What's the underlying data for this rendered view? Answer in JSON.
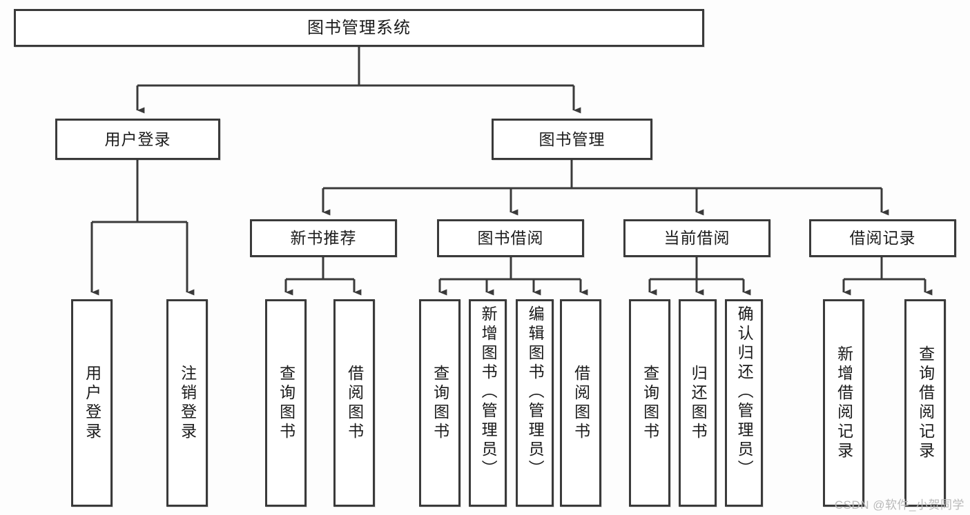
{
  "diagram": {
    "title_box": {
      "label": "图书管理系统"
    },
    "level2": [
      {
        "id": "user-login",
        "label": "用户登录"
      },
      {
        "id": "book-manage",
        "label": "图书管理"
      }
    ],
    "level3": [
      {
        "id": "new-book-recommend",
        "label": "新书推荐"
      },
      {
        "id": "book-borrow",
        "label": "图书借阅"
      },
      {
        "id": "current-borrow",
        "label": "当前借阅"
      },
      {
        "id": "borrow-record",
        "label": "借阅记录"
      }
    ],
    "leaves": [
      {
        "id": "leaf-user-login",
        "label": "用户登录",
        "top_aligned": false
      },
      {
        "id": "leaf-logout-login",
        "label": "注销登录",
        "top_aligned": false
      },
      {
        "id": "leaf-query-book-1",
        "label": "查询图书",
        "top_aligned": false
      },
      {
        "id": "leaf-borrow-book-1",
        "label": "借阅图书",
        "top_aligned": false
      },
      {
        "id": "leaf-query-book-2",
        "label": "查询图书",
        "top_aligned": false
      },
      {
        "id": "leaf-add-book",
        "label": "新增图书（管理员）",
        "top_aligned": true
      },
      {
        "id": "leaf-edit-book",
        "label": "编辑图书（管理员）",
        "top_aligned": true
      },
      {
        "id": "leaf-borrow-book-2",
        "label": "借阅图书",
        "top_aligned": false
      },
      {
        "id": "leaf-query-book-3",
        "label": "查询图书",
        "top_aligned": false
      },
      {
        "id": "leaf-return-book",
        "label": "归还图书",
        "top_aligned": false
      },
      {
        "id": "leaf-confirm-return",
        "label": "确认归还（管理员）",
        "top_aligned": true
      },
      {
        "id": "leaf-add-borrow-record",
        "label": "新增借阅记录",
        "top_aligned": false
      },
      {
        "id": "leaf-query-borrow-record",
        "label": "查询借阅记录",
        "top_aligned": false
      }
    ],
    "watermark": "CSDN @软件_小贺同学",
    "colors": {
      "stroke": "#3a3a3a",
      "box_fill": "#ffffff",
      "text": "#1b1b1b",
      "background": "#fdfdfd",
      "watermark": "#b9b9b9"
    }
  }
}
